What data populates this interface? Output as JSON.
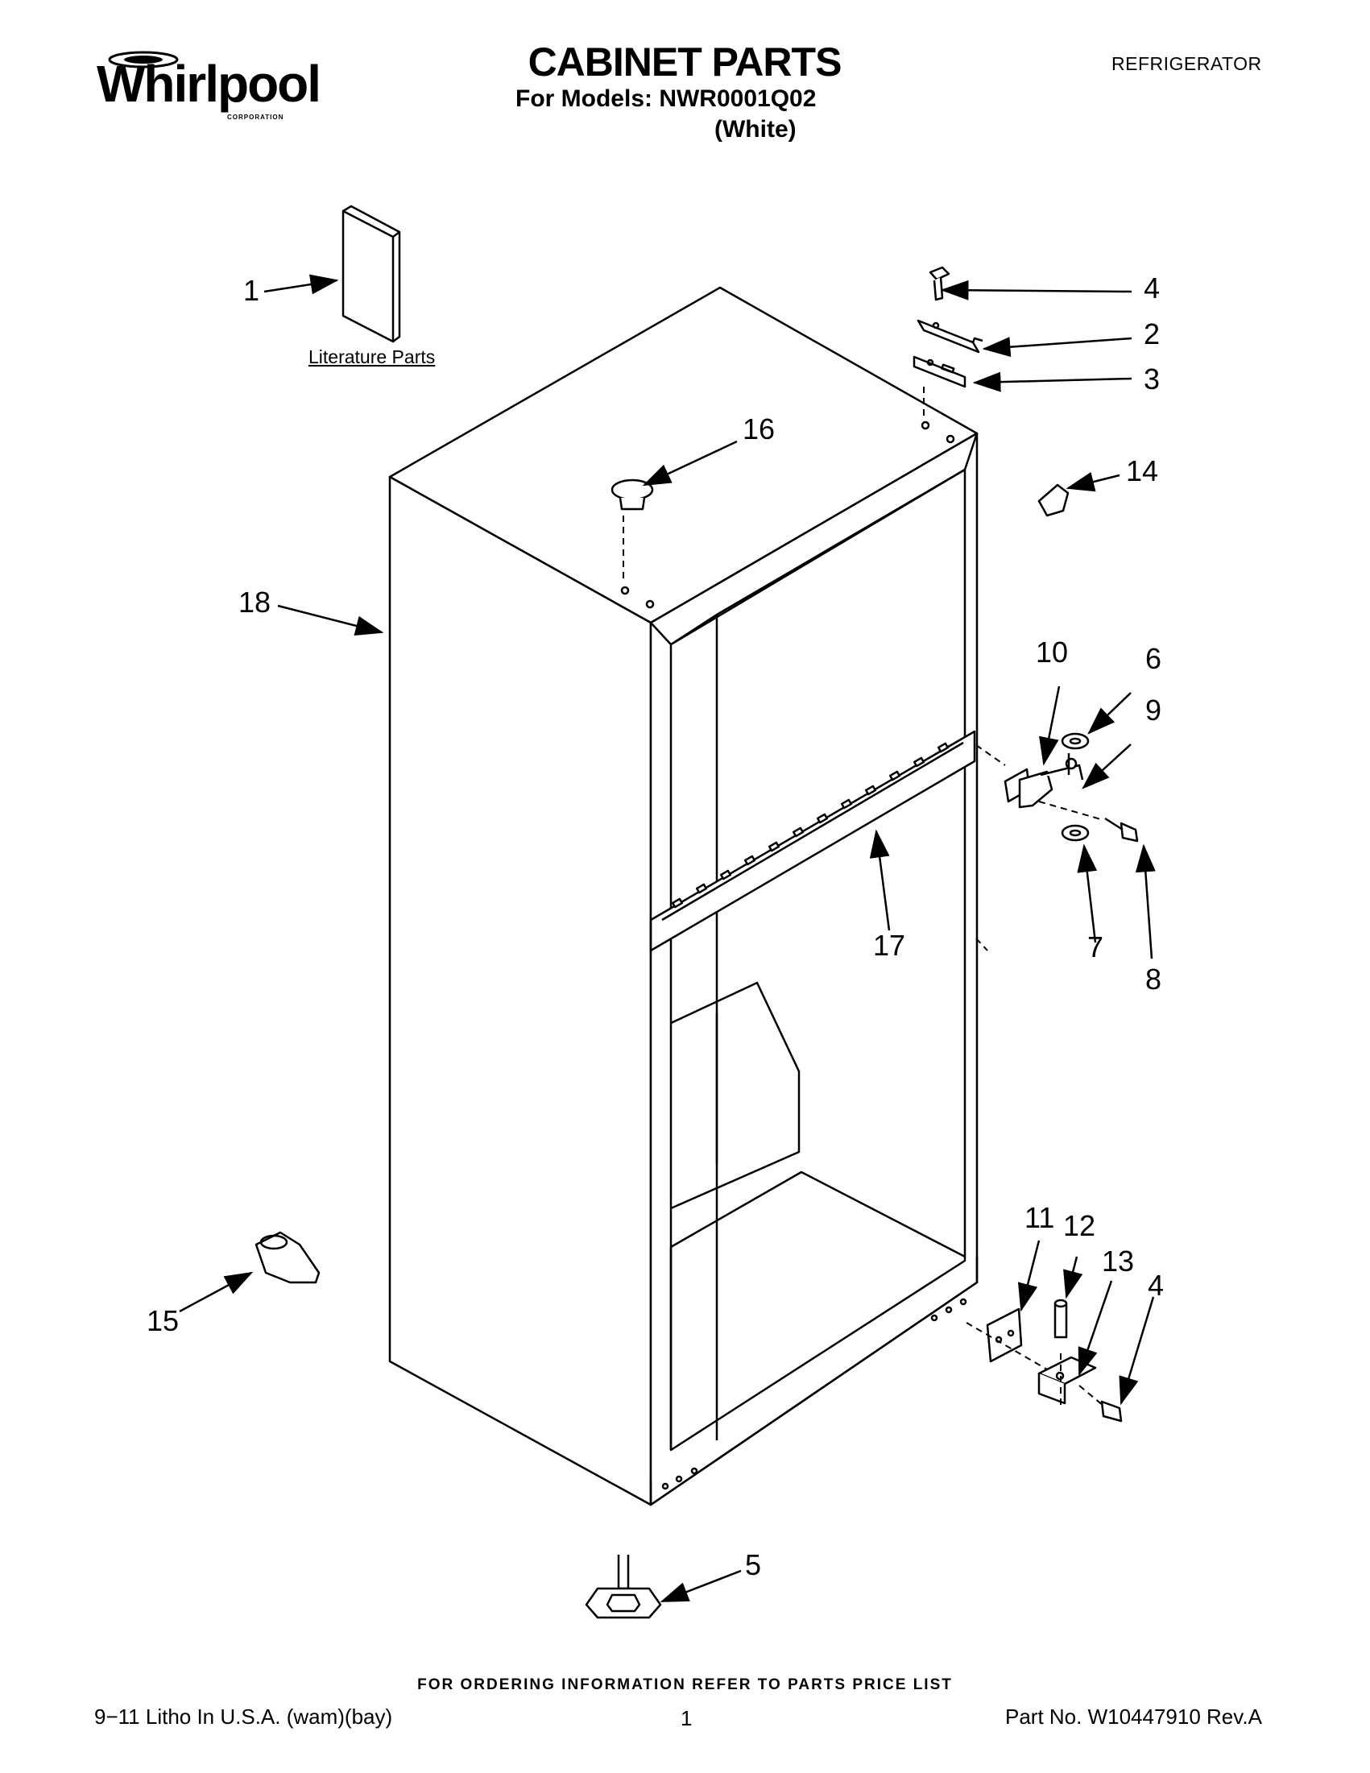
{
  "brand": {
    "name": "Whirlpool",
    "sub": "CORPORATION"
  },
  "header": {
    "title": "CABINET PARTS",
    "models": "For Models: NWR0001Q02",
    "color": "(White)",
    "product": "REFRIGERATOR"
  },
  "diagram": {
    "literature_label": "Literature Parts",
    "callouts": [
      "1",
      "2",
      "3",
      "4",
      "4",
      "5",
      "6",
      "7",
      "8",
      "9",
      "10",
      "11",
      "12",
      "13",
      "14",
      "15",
      "16",
      "17",
      "18"
    ]
  },
  "footer": {
    "note": "FOR ORDERING INFORMATION REFER TO PARTS PRICE LIST",
    "left": "9−11 Litho In U.S.A. (wam)(bay)",
    "page": "1",
    "part": "Part No. W10447910 Rev.A"
  }
}
